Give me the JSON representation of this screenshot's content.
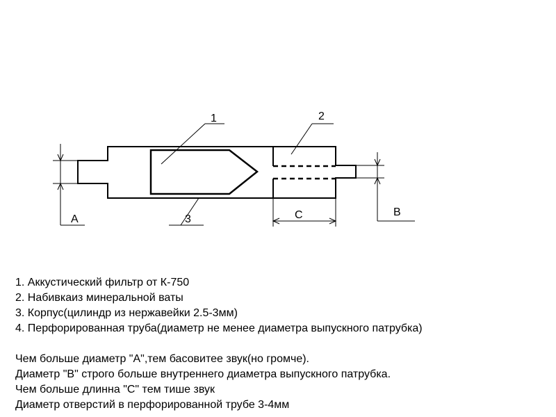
{
  "labels": {
    "part_1": "1",
    "part_2": "2",
    "part_3": "3",
    "dim_a": "A",
    "dim_b": "B",
    "dim_c": "C"
  },
  "legend": [
    "1. Аккустический фильтр от К-750",
    "2. Набивкаиз минеральной ваты",
    "3. Корпус(цилиндр из нержавейки 2.5-3мм)",
    "4. Перфорированная труба(диаметр не менее диаметра выпускного патрубка)"
  ],
  "remarks": [
    "Чем больше диаметр \"А\",тем басовитее звук(но громче).",
    "Диаметр \"В\" строго больше внутреннего диаметра выпускного патрубка.",
    "Чем больше длинна \"С\" тем тише звук",
    "Диаметр отверстий в перфорированной трубе 3-4мм"
  ],
  "colors": {
    "line": "#000000",
    "background": "#ffffff"
  }
}
